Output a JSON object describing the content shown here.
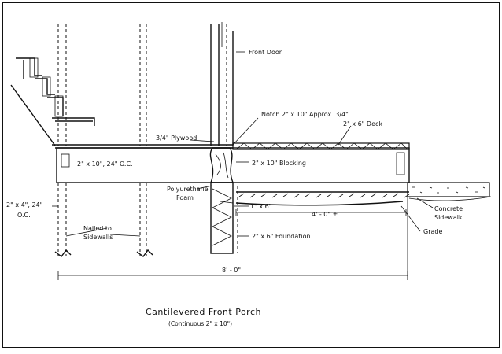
{
  "labels": {
    "front_door": "Front Door",
    "notch": "Notch 2\" x 10\" Approx. 3/4\"",
    "plywood": "3/4\" Plywood",
    "deck": "2\" x 6\" Deck",
    "joist": "2\" x 10\", 24\" O.C.",
    "blocking": "2\" x 10\" Blocking",
    "foam_1": "Polyurethane",
    "foam_2": "Foam",
    "board": "1\" x 6\"",
    "stud_1": "2\" x 4\", 24\"",
    "stud_2": "O.C.",
    "cantilever": "4' - 0\" ±",
    "sidewalk_1": "Concrete",
    "sidewalk_2": "Sidewalk",
    "nailed_1": "Nailed to",
    "nailed_2": "Sidewalls",
    "grade": "Grade",
    "foundation": "2\" x 6\" Foundation",
    "overall": "8' - 0\""
  },
  "title": "Cantilevered Front Porch",
  "subtitle": "(Continuous 2\" x 10\")"
}
